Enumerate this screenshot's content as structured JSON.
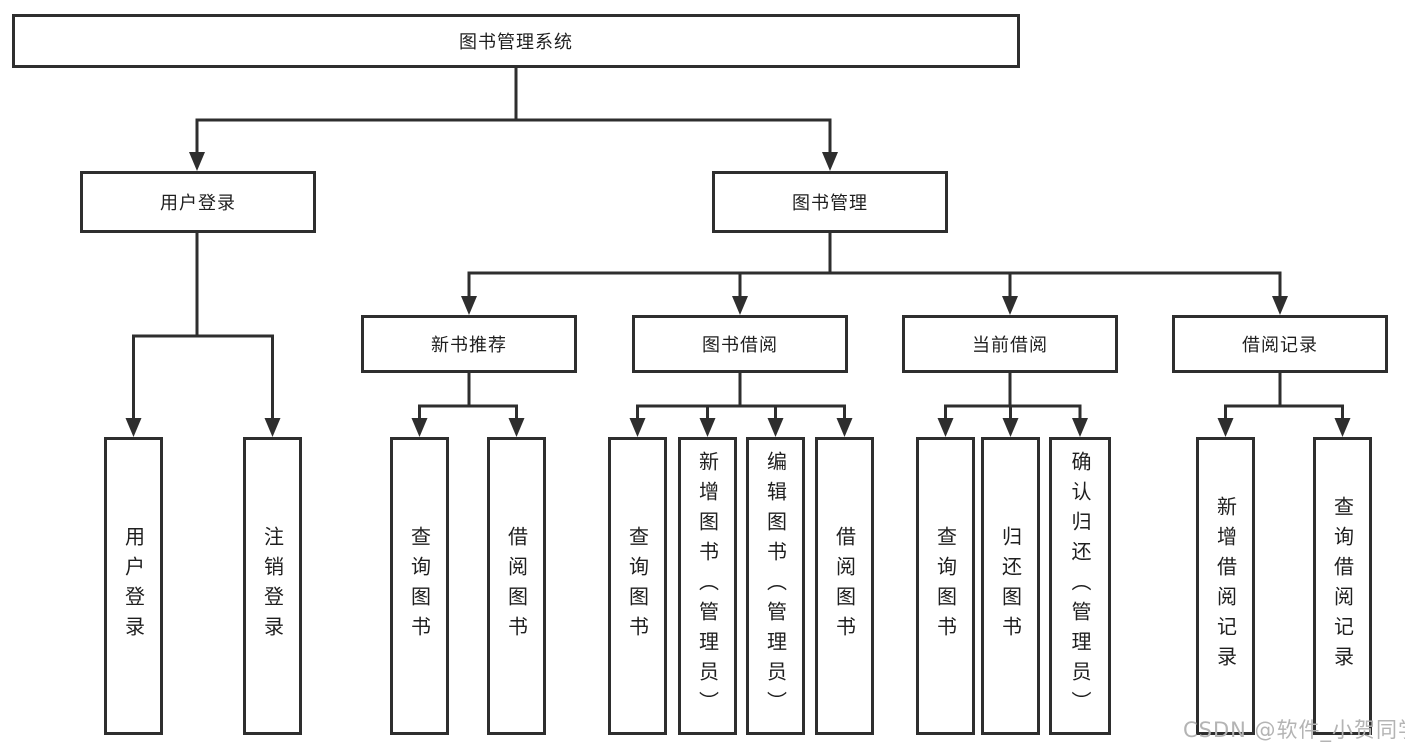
{
  "nodes": {
    "root": "图书管理系统",
    "level2": [
      "用户登录",
      "图书管理"
    ],
    "level3": [
      "新书推荐",
      "图书借阅",
      "当前借阅",
      "借阅记录"
    ],
    "user_login_children": [
      "用户登录",
      "注销登录"
    ],
    "new_book_children": [
      "查询图书",
      "借阅图书"
    ],
    "book_borrow_children": [
      "查询图书",
      "新增图书（管理员）",
      "编辑图书（管理员）",
      "借阅图书"
    ],
    "current_borrow_children": [
      "查询图书",
      "归还图书",
      "确认归还（管理员）"
    ],
    "borrow_record_children": [
      "新增借阅记录",
      "查询借阅记录"
    ]
  },
  "watermark": "CSDN @软件_小贺同学",
  "colors": {
    "line": "#2e2e2e",
    "text": "#1f1f1f",
    "watermark": "#b4b4b4",
    "background": "#ffffff"
  }
}
